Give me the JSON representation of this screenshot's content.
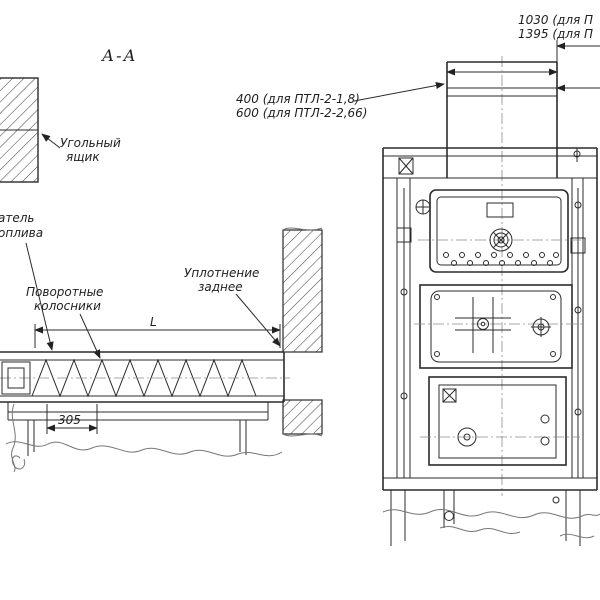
{
  "drawing": {
    "section_label": "А-А",
    "dims": {
      "top_right_line1": "1030 (для П",
      "top_right_line2": "1395 (для П",
      "duct_width_line1": "400 (для ПТЛ-2-1,8)",
      "duct_width_line2": "600 (для ПТЛ-2-2,66)",
      "conveyor_length": "L",
      "pitch": "305"
    },
    "callouts": {
      "coal_box_line1": "Угольный",
      "coal_box_line2": "ящик",
      "feeder_line1": "атель",
      "feeder_line2": "оплива",
      "grates_line1": "Поворотные",
      "grates_line2": "колосники",
      "rear_seal_line1": "Уплотнение",
      "rear_seal_line2": "заднее"
    },
    "colors": {
      "line": "#2b2b2b",
      "hatch": "#4a4a4a",
      "background": "#ffffff"
    }
  }
}
